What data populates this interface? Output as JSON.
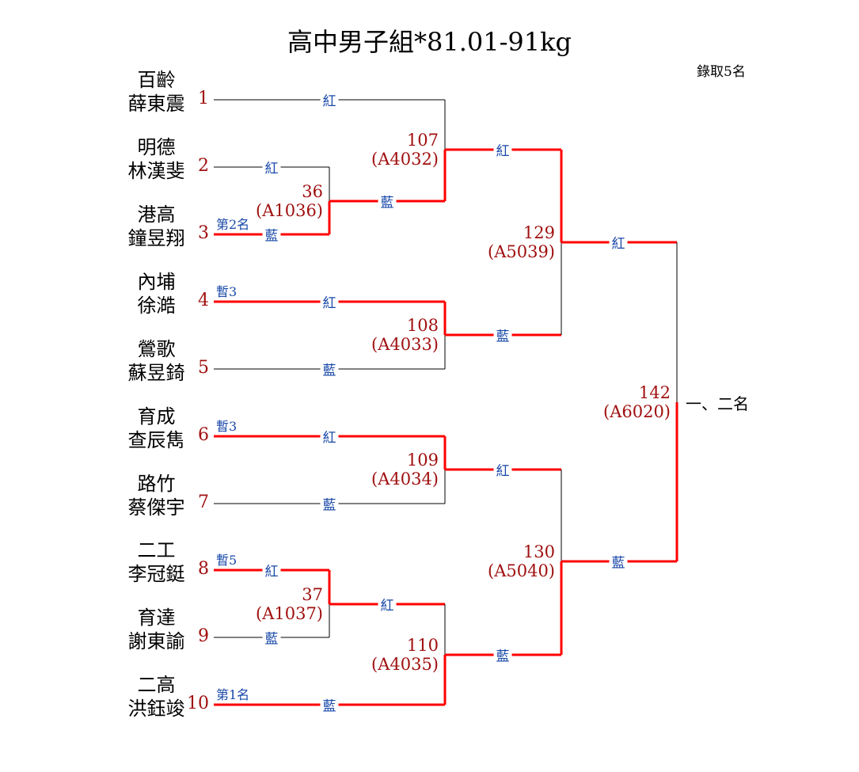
{
  "title": "高中男子組*81.01-91kg",
  "quota": "錄取5名",
  "final_label": "一、二名",
  "players": [
    {
      "seed": "1",
      "school": "百齡",
      "name": "薛東震",
      "tag": "",
      "side": "紅"
    },
    {
      "seed": "2",
      "school": "明德",
      "name": "林漢斐",
      "tag": "",
      "side": "紅"
    },
    {
      "seed": "3",
      "school": "港高",
      "name": "鐘昱翔",
      "tag": "第2名",
      "side": "藍"
    },
    {
      "seed": "4",
      "school": "內埔",
      "name": "徐澔",
      "tag": "暫3",
      "side": "紅"
    },
    {
      "seed": "5",
      "school": "鶯歌",
      "name": "蘇昱錡",
      "tag": "",
      "side": "藍"
    },
    {
      "seed": "6",
      "school": "育成",
      "name": "查辰雋",
      "tag": "暫3",
      "side": "紅"
    },
    {
      "seed": "7",
      "school": "路竹",
      "name": "蔡傑宇",
      "tag": "",
      "side": "藍"
    },
    {
      "seed": "8",
      "school": "二工",
      "name": "李冠鋌",
      "tag": "暫5",
      "side": "紅"
    },
    {
      "seed": "9",
      "school": "育達",
      "name": "謝東諭",
      "tag": "",
      "side": "藍"
    },
    {
      "seed": "10",
      "school": "二高",
      "name": "洪鈺竣",
      "tag": "第1名",
      "side": "藍"
    }
  ],
  "matches": [
    {
      "no": "36",
      "code": "(A1036)",
      "side": "藍"
    },
    {
      "no": "37",
      "code": "(A1037)",
      "side": "紅"
    },
    {
      "no": "107",
      "code": "(A4032)",
      "side": "紅"
    },
    {
      "no": "108",
      "code": "(A4033)",
      "side": "藍"
    },
    {
      "no": "109",
      "code": "(A4034)",
      "side": "紅"
    },
    {
      "no": "110",
      "code": "(A4035)",
      "side": "藍"
    },
    {
      "no": "129",
      "code": "(A5039)",
      "side": "紅"
    },
    {
      "no": "130",
      "code": "(A5040)",
      "side": "藍"
    },
    {
      "no": "142",
      "code": "(A6020)",
      "side": ""
    }
  ],
  "colors": {
    "win": "#ff0000",
    "line": "#000000",
    "side_label": "#1848a8",
    "seed": "#a01010"
  }
}
